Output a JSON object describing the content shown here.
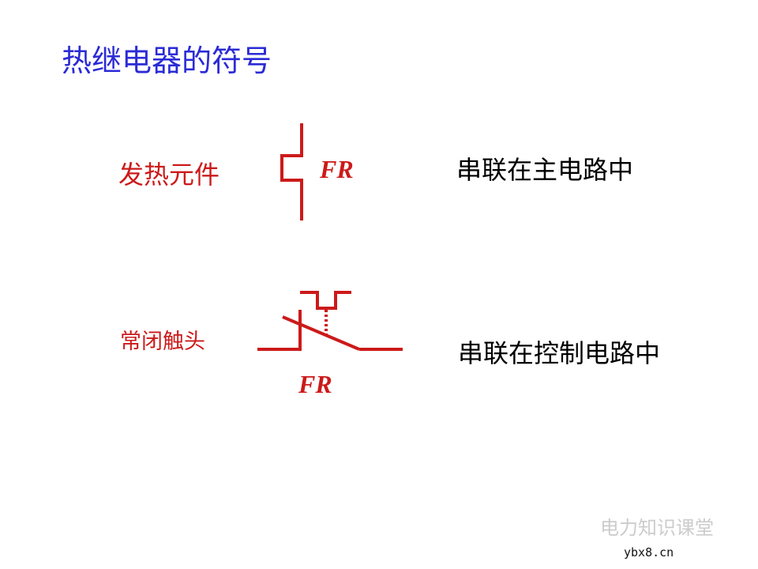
{
  "title": "热继电器的符号",
  "heating_element": {
    "label": "发热元件",
    "symbol": "FR",
    "description": "串联在主电路中"
  },
  "nc_contact": {
    "label": "常闭触头",
    "symbol": "FR",
    "description": "串联在控制电路中"
  },
  "watermark": {
    "name": "电力知识课堂",
    "site": "ybx8.cn"
  },
  "colors": {
    "title": "#2b2bd6",
    "symbol": "#cc1a1a",
    "text": "#000000"
  }
}
